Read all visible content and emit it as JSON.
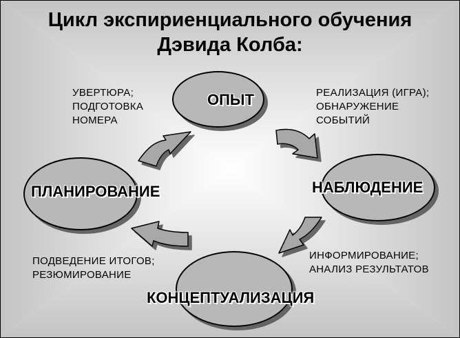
{
  "title": {
    "line1": "Цикл экспириенциального обучения",
    "line2": "Дэвида Колба:"
  },
  "stages": {
    "experience": "ОПЫТ",
    "observation": "НАБЛЮДЕНИЕ",
    "conceptualization": "КОНЦЕПТУАЛИЗАЦИЯ",
    "planning": "ПЛАНИРОВАНИЕ"
  },
  "notes": {
    "top_left": [
      "УВЕРТЮРА;",
      "ПОДГОТОВКА",
      "НОМЕРА"
    ],
    "top_right": [
      "РЕАЛИЗАЦИЯ (ИГРА);",
      "ОБНАРУЖЕНИЕ",
      "СОБЫТИЙ"
    ],
    "bottom_right": [
      "ИНФОРМИРОВАНИЕ;",
      "АНАЛИЗ РЕЗУЛЬТАТОВ"
    ],
    "bottom_left": [
      "ПОДВЕДЕНИЕ ИТОГОВ;",
      "РЕЗЮМИРОВАНИЕ"
    ]
  },
  "colors": {
    "ellipse_fill": "#b8b8b8",
    "arrow_fill": "#a8a8a8",
    "outline": "#000000"
  }
}
